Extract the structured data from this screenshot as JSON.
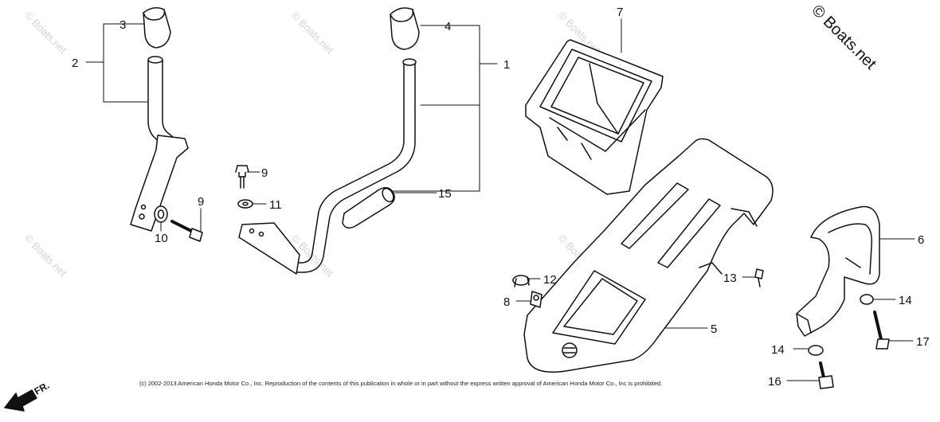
{
  "diagram": {
    "callouts": [
      {
        "id": "c1",
        "text": "1"
      },
      {
        "id": "c2",
        "text": "2"
      },
      {
        "id": "c3",
        "text": "3"
      },
      {
        "id": "c4",
        "text": "4"
      },
      {
        "id": "c5",
        "text": "5"
      },
      {
        "id": "c6",
        "text": "6"
      },
      {
        "id": "c7",
        "text": "7"
      },
      {
        "id": "c8",
        "text": "8"
      },
      {
        "id": "c9a",
        "text": "9"
      },
      {
        "id": "c9b",
        "text": "9"
      },
      {
        "id": "c10",
        "text": "10"
      },
      {
        "id": "c11",
        "text": "11"
      },
      {
        "id": "c12",
        "text": "12"
      },
      {
        "id": "c13",
        "text": "13"
      },
      {
        "id": "c14a",
        "text": "14"
      },
      {
        "id": "c14b",
        "text": "14"
      },
      {
        "id": "c15",
        "text": "15"
      },
      {
        "id": "c16",
        "text": "16"
      },
      {
        "id": "c17",
        "text": "17"
      }
    ],
    "direction_label": "FR.",
    "watermark": "© Boats.net",
    "copyright": "(c) 2002-2013 American Honda Motor Co., Inc. Reproduction of the contents of this publication in whole or in part without the express written approval of American Honda Motor Co., Inc is prohibited."
  }
}
